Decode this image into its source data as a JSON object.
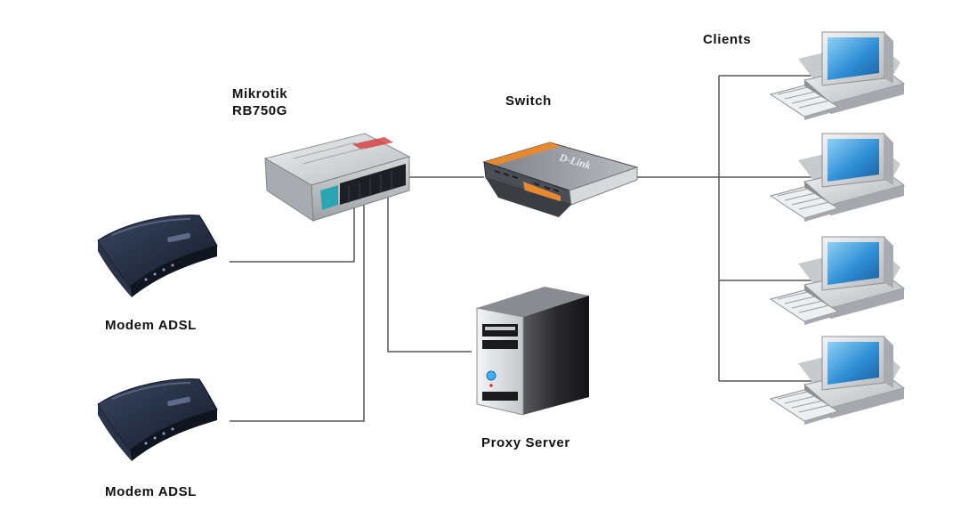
{
  "labels": {
    "router_line1": "Mikrotik",
    "router_line2": "RB750G",
    "switch": "Switch",
    "clients": "Clients",
    "modem_1": "Modem ADSL",
    "modem_2": "Modem ADSL",
    "proxy": "Proxy Server"
  },
  "device_text": {
    "switch_brand": "D-Link"
  },
  "colors": {
    "link_line": "#555555",
    "router_body": "#c9cbcd",
    "switch_body": "#5a5d62",
    "switch_accent": "#e8892f",
    "modem_body": "#1e2738",
    "server_body": "#2b2b2e",
    "monitor_screen": "#2f8fd6",
    "pc_body": "#dcdcde"
  },
  "icons": [
    "router-icon",
    "switch-icon",
    "modem-icon",
    "server-icon",
    "desktop-pc-icon"
  ]
}
